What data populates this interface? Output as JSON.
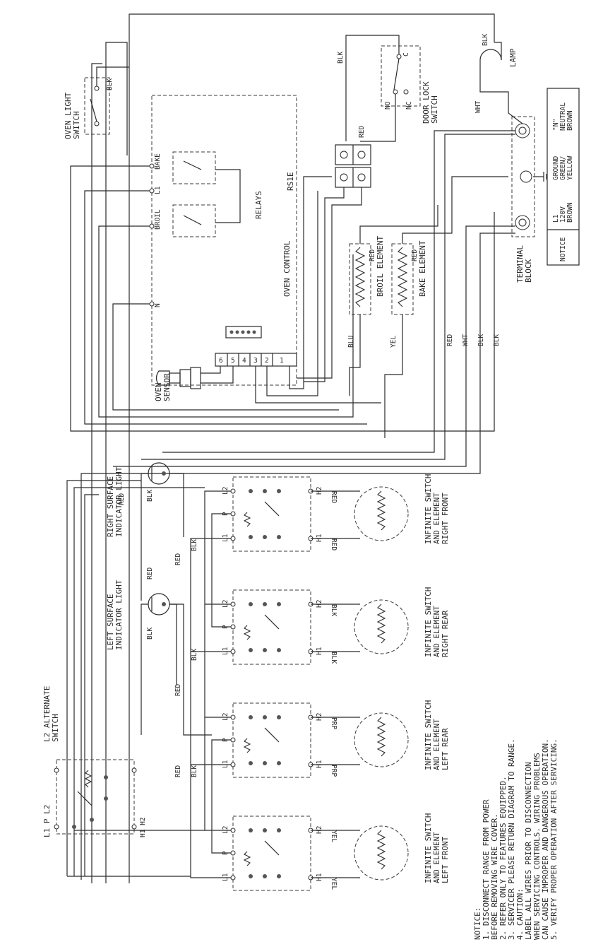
{
  "oven_light_switch": "OVEN LIGHT\nSWITCH",
  "door_lock_switch": "DOOR LOCK\nSWITCH",
  "lamp": "LAMP",
  "relays": "RELAYS",
  "oven_control": "OVEN CONTROL",
  "rs1e": "RS1E",
  "oven_sensor": "OVEN\nSENSOR",
  "broil_element": "BROIL ELEMENT",
  "bake_element": "BAKE ELEMENT",
  "terminal_block": "TERMINAL\nBLOCK",
  "alternate_switch": "L2 ALTERNATE\nSWITCH",
  "left_indicator": "LEFT SURFACE\nINDICATOR LIGHT",
  "right_indicator": "RIGHT SURFACE\nINDICATOR LIGHT",
  "switch_lf": "INFINITE SWITCH\nAND ELEMENT\nLEFT FRONT",
  "switch_lr": "INFINITE SWITCH\nAND ELEMENT\nLEFT REAR",
  "switch_rr": "INFINITE SWITCH\nAND ELEMENT\nRIGHT REAR",
  "switch_rf": "INFINITE SWITCH\nAND ELEMENT\nRIGHT FRONT",
  "notice_box": {
    "notice": "NOTICE",
    "l1": "L1\n120V\nBROWN",
    "ground": "GROUND\nGREEN/\nYELLOW",
    "neutral": "\"N\"\nNEUTRAL\nBROWN"
  },
  "notes": [
    "NOTICE:",
    "  1. DISCONNECT RANGE FROM POWER",
    "     BEFORE REMOVING WIRE COVER.",
    "  2. REFER ONLY TO FEATURES EQUIPPED.",
    "  3. SERVICER PLEASE RETURN DIAGRAM TO RANGE.",
    "  4. CAUTION:",
    "     LABEL ALL WIRES PRIOR TO DISCONNECTION",
    "     WHEN SERVICING CONTROLS. WIRING PROBLEMS",
    "     CAN CAUSE IMPROPER AND DANGEROUS OPERATION.",
    "  5. VERIFY PROPER OPERATION AFTER SERVICING."
  ],
  "relay_pins": [
    "BAKE",
    "L1",
    "BROIL",
    "N"
  ],
  "sensor_pins": [
    "6",
    "5",
    "4",
    "3",
    "2",
    "1"
  ],
  "door_contacts": [
    "C",
    "NO",
    "NC"
  ],
  "colors": {
    "blk": "BLK",
    "red": "RED",
    "wht": "WHT",
    "yel": "YEL",
    "blu": "BLU",
    "prp": "PRP"
  },
  "switch_terminals": {
    "l1": "L1",
    "l2": "L2",
    "p": "P",
    "h1": "H1",
    "h2": "H2"
  }
}
